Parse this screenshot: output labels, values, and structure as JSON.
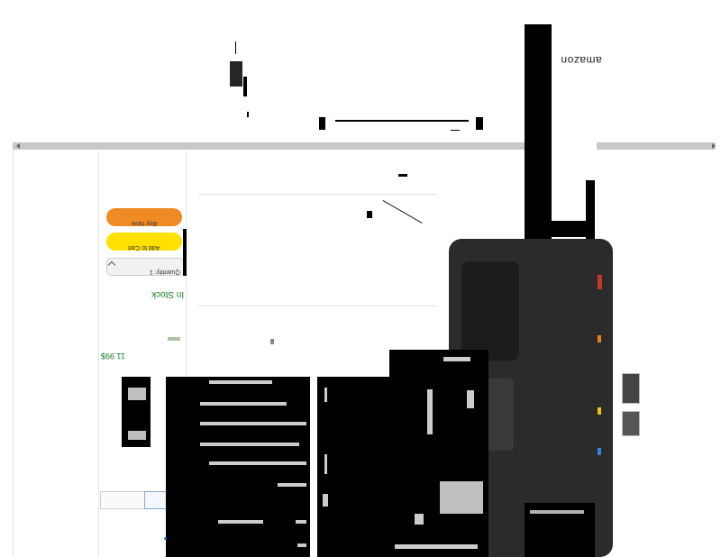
{
  "header": {
    "brand": "amazon"
  },
  "buybox": {
    "price": "11.99$",
    "in_stock": "In Stock",
    "quantity_label": "Quantity: 1",
    "add_to_cart": "Add to Cart",
    "buy_now": "Buy Now"
  },
  "colors": {
    "accent_orange": "#f08a24",
    "accent_yellow": "#ffe100",
    "stock_green": "#1b7a2d",
    "price_green": "#1b7a2d",
    "bar_grey": "#c8c8c8"
  }
}
